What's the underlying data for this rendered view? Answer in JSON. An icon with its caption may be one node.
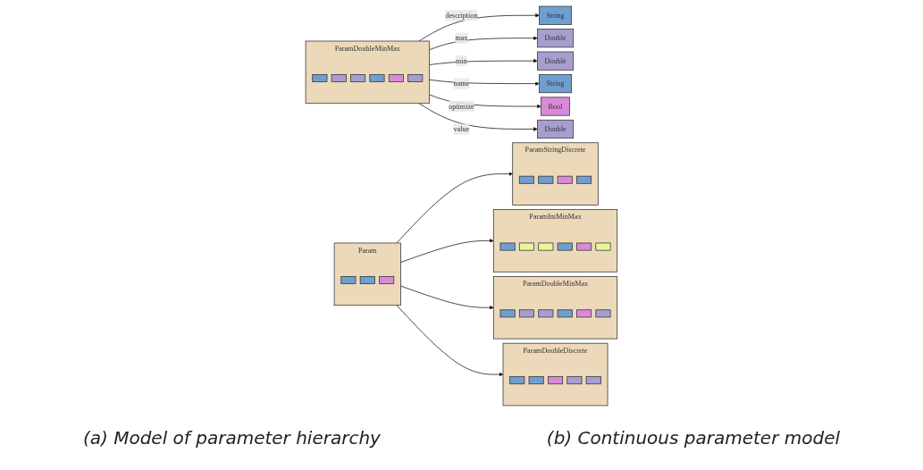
{
  "diagram": {
    "nodes": [
      {
        "text": [
          "Param"
        ]
      },
      {
        "text": [],
        "shape": "box",
        "in": 0
      },
      {
        "text": [],
        "shape": "box",
        "in": 0
      },
      {
        "text": [],
        "shape": "box",
        "in": 0
      },
      {
        "text": [
          "ParamStringDiscrete"
        ]
      },
      {
        "text": [],
        "shape": "box",
        "in": 4
      },
      {
        "text": [],
        "shape": "box",
        "in": 4
      },
      {
        "text": [],
        "shape": "box",
        "in": 4
      },
      {
        "text": [],
        "shape": "box",
        "in": 4
      },
      {
        "text": [
          "ParamIntMinMax"
        ]
      },
      {
        "text": [],
        "shape": "box",
        "in": 9
      },
      {
        "text": [],
        "shape": "box",
        "in": 9
      },
      {
        "text": [],
        "shape": "box",
        "in": 9
      },
      {
        "text": [],
        "shape": "box",
        "in": 9
      },
      {
        "text": [],
        "shape": "box",
        "in": 9
      },
      {
        "text": [],
        "shape": "box",
        "in": 9
      },
      {
        "text": [
          "ParamDoubleMinMax"
        ]
      },
      {
        "text": [],
        "shape": "box",
        "in": 16
      },
      {
        "text": [],
        "shape": "box",
        "in": 16
      },
      {
        "text": [],
        "shape": "box",
        "in": 16
      },
      {
        "text": [],
        "shape": "box",
        "in": 16
      },
      {
        "text": [],
        "shape": "box",
        "in": 16
      },
      {
        "text": [],
        "shape": "box",
        "in": 16
      },
      {
        "text": [
          "ParamDoubleDiscrete"
        ]
      },
      {
        "text": [],
        "shape": "box",
        "in": 23
      },
      {
        "text": [],
        "shape": "box",
        "in": 23
      },
      {
        "text": [],
        "shape": "box",
        "in": 23
      },
      {
        "text": [],
        "shape": "box",
        "in": 23
      },
      {
        "text": [],
        "shape": "box",
        "in": 23
      },
      {
        "text": [
          "ParamDoubleMinMax"
        ]
      },
      {
        "text": [],
        "shape": "box",
        "in": 29
      },
      {
        "text": [],
        "shape": "box",
        "in": 29
      },
      {
        "text": [],
        "shape": "box",
        "in": 29
      },
      {
        "text": [],
        "shape": "box",
        "in": 29
      },
      {
        "text": [],
        "shape": "box",
        "in": 29
      },
      {
        "text": [],
        "shape": "box",
        "in": 29
      },
      {
        "text": [
          "String"
        ]
      },
      {
        "text": [
          "Double"
        ]
      },
      {
        "text": [
          "Double"
        ]
      },
      {
        "text": [
          "String"
        ]
      },
      {
        "text": [
          "Bool"
        ]
      },
      {
        "text": [
          "Double"
        ]
      }
    ],
    "edges": [
      {
        "from": 0,
        "to": 4,
        "arrow": "to"
      },
      {
        "from": 0,
        "to": 9,
        "arrow": "to"
      },
      {
        "from": 0,
        "to": 16,
        "arrow": "to"
      },
      {
        "from": 0,
        "to": 23,
        "arrow": "to"
      },
      {
        "from": 29,
        "to": 36,
        "arrow": "to",
        "label": "description"
      },
      {
        "from": 29,
        "to": 37,
        "arrow": "to",
        "label": "max"
      },
      {
        "from": 29,
        "to": 38,
        "arrow": "to",
        "label": "min"
      },
      {
        "from": 29,
        "to": 39,
        "arrow": "to",
        "label": "name"
      },
      {
        "from": 29,
        "to": 40,
        "arrow": "to",
        "label": "optimize"
      },
      {
        "from": 29,
        "to": 41,
        "arrow": "to",
        "label": "value"
      }
    ],
    "labels": [
      "(a) Model of parameter hierarchy",
      "(b) Continuous parameter model"
    ]
  }
}
